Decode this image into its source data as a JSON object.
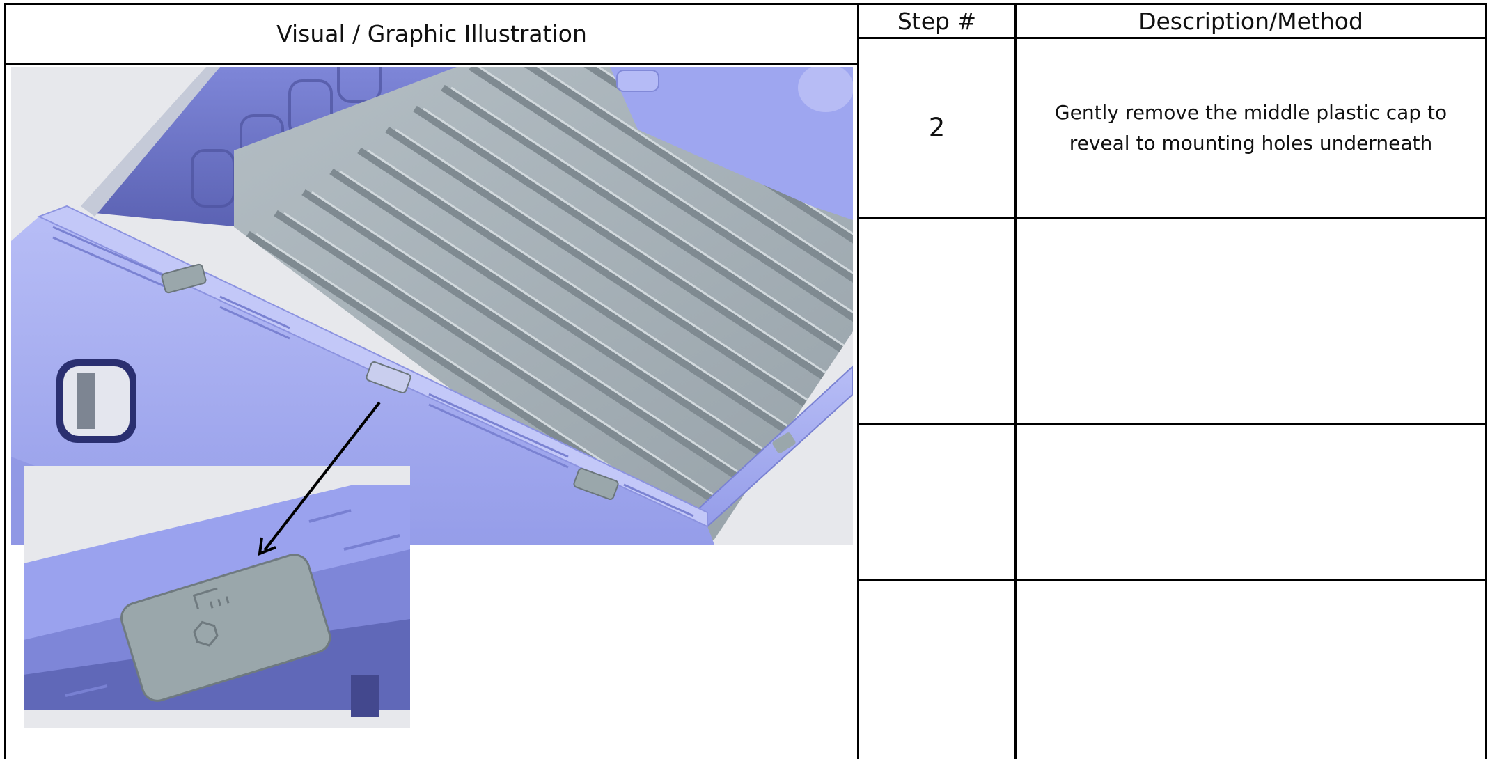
{
  "table": {
    "headers": {
      "visual": "Visual / Graphic Illustration",
      "step": "Step #",
      "description": "Description/Method"
    },
    "rows": [
      {
        "step": "2",
        "description": "Gently remove the middle plastic cap to reveal to mounting holes underneath"
      },
      {
        "step": "",
        "description": ""
      },
      {
        "step": "",
        "description": ""
      },
      {
        "step": "",
        "description": ""
      }
    ]
  },
  "illustration": {
    "main_icon": "truck-bed-render",
    "inset_icon": "plastic-cap-closeup",
    "arrow_icon": "pointer-arrow-icon",
    "colors": {
      "bed_purple": "#9aa2ee",
      "floor_grey": "#aab4bb",
      "cap_grey": "#9aa7ab"
    }
  }
}
